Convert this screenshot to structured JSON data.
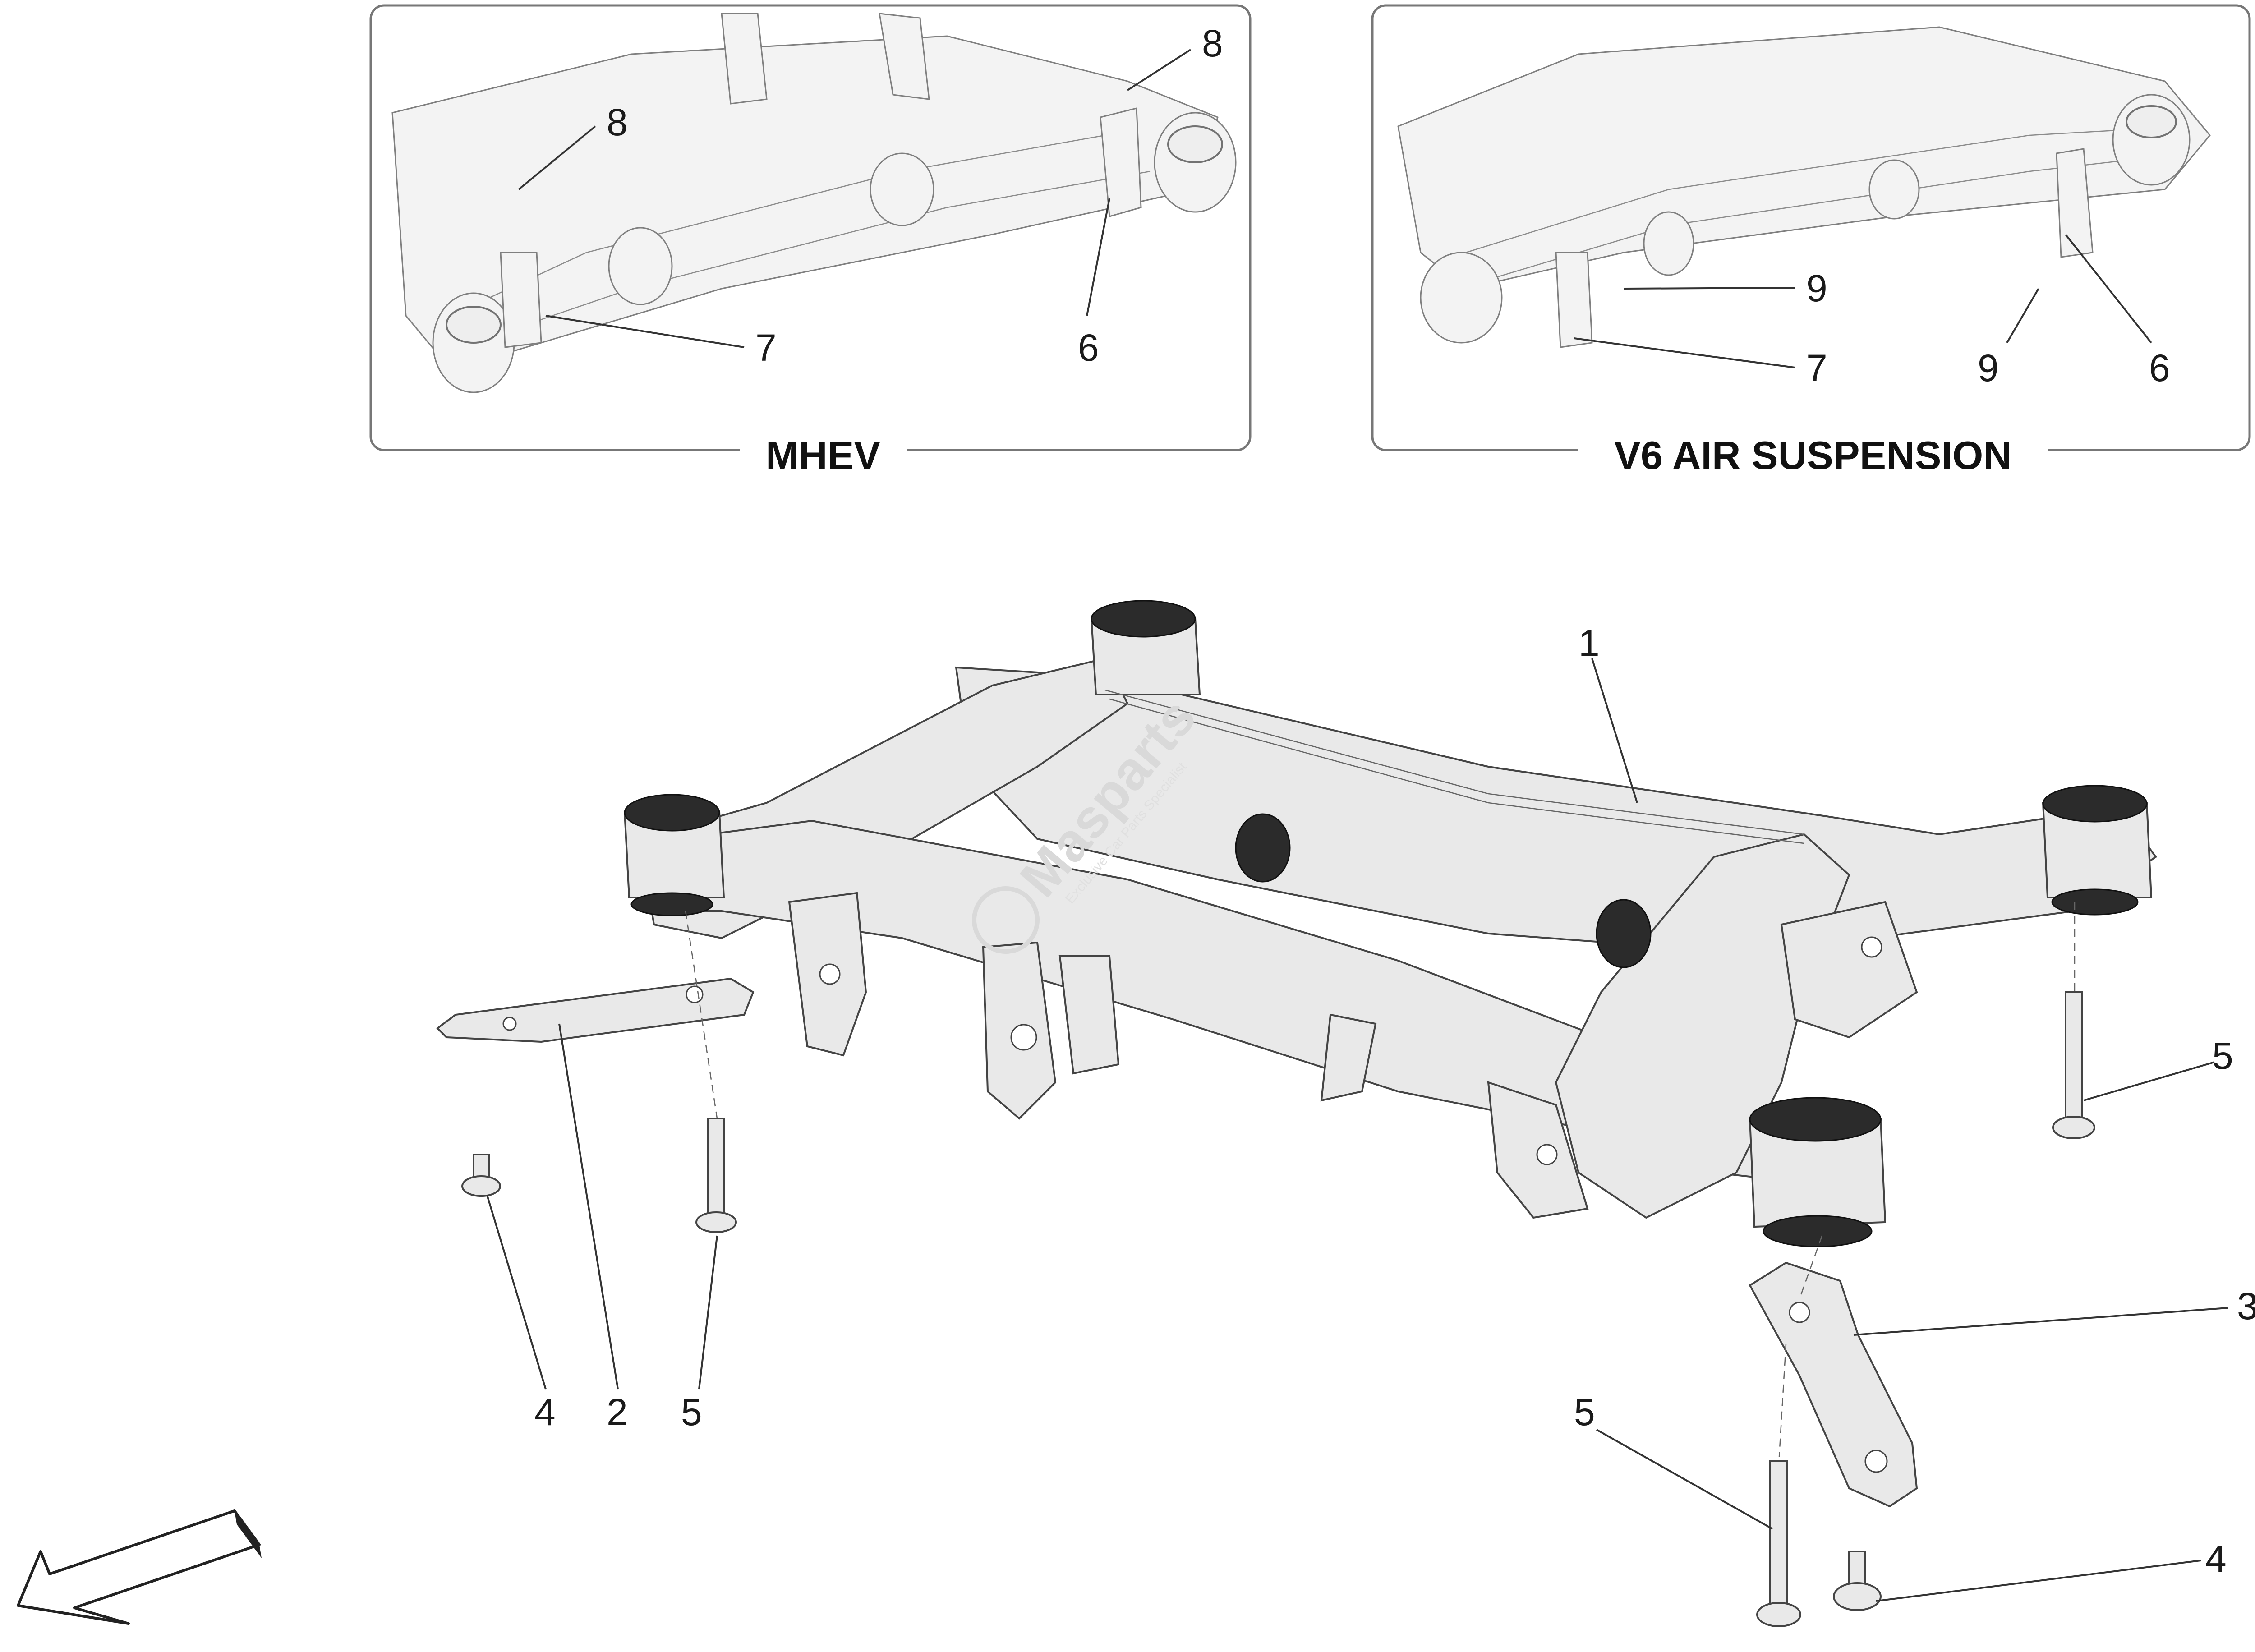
{
  "insets": [
    {
      "title": "MHEV",
      "callouts": [
        "8",
        "8",
        "7",
        "6"
      ]
    },
    {
      "title": "V6 AIR SUSPENSION",
      "callouts": [
        "9",
        "9",
        "7",
        "6"
      ]
    }
  ],
  "main_callouts": [
    "1",
    "2",
    "3",
    "4",
    "4",
    "5",
    "5",
    "5"
  ],
  "watermark": {
    "brand": "Masparts",
    "tagline": "Exclusive Car Parts Specialist"
  },
  "direction_arrow": {
    "icon": "direction-arrow-icon"
  },
  "colors": {
    "line": "#333333",
    "part_fill": "#e9e9e9",
    "bushing": "#2b2b2b"
  }
}
